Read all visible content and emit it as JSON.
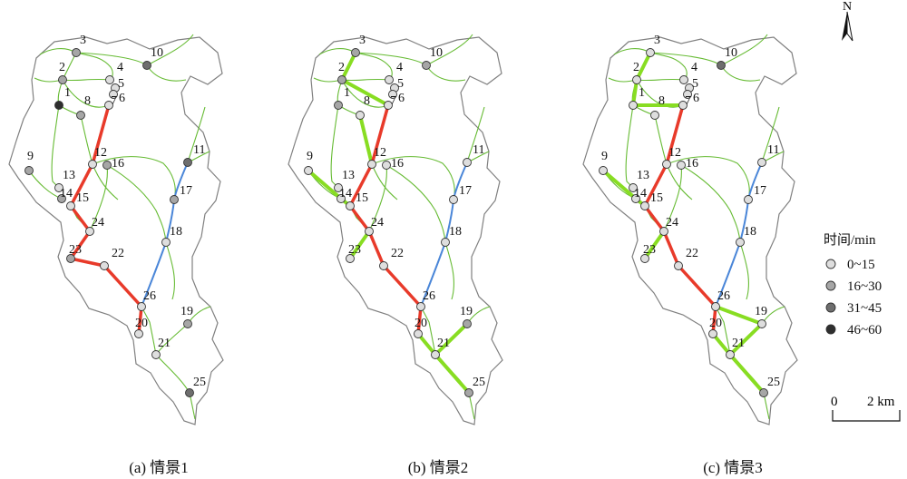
{
  "panels": [
    {
      "caption": "(a) 情景1",
      "levels": {
        "1": 3,
        "2": 1,
        "3": 1,
        "4": 0,
        "5": 0,
        "6": 0,
        "7": 0,
        "8": 1,
        "9": 1,
        "10": 2,
        "11": 2,
        "12": 0,
        "13": 0,
        "14": 1,
        "15": 0,
        "16": 1,
        "17": 1,
        "18": 0,
        "19": 1,
        "20": 0,
        "21": 0,
        "22": 0,
        "23": 1,
        "24": 0,
        "25": 2,
        "26": 0
      },
      "red": [
        [
          7,
          12
        ],
        [
          12,
          15
        ],
        [
          15,
          24
        ],
        [
          24,
          23
        ],
        [
          23,
          22
        ],
        [
          22,
          26
        ],
        [
          26,
          20
        ]
      ],
      "green": []
    },
    {
      "caption": "(b) 情景2",
      "levels": {
        "1": 1,
        "2": 1,
        "3": 1,
        "4": 0,
        "5": 0,
        "6": 0,
        "7": 0,
        "8": 0,
        "9": 0,
        "10": 1,
        "11": 0,
        "12": 0,
        "13": 0,
        "14": 0,
        "15": 0,
        "16": 0,
        "17": 0,
        "18": 0,
        "19": 1,
        "20": 0,
        "21": 0,
        "22": 0,
        "23": 0,
        "24": 0,
        "25": 1,
        "26": 0
      },
      "red": [
        [
          7,
          12
        ],
        [
          12,
          15
        ],
        [
          15,
          24
        ],
        [
          24,
          22
        ],
        [
          22,
          26
        ],
        [
          26,
          20
        ]
      ],
      "green": [
        [
          3,
          2
        ],
        [
          2,
          7
        ],
        [
          8,
          12
        ],
        [
          9,
          14
        ],
        [
          14,
          15
        ],
        [
          24,
          23
        ],
        [
          20,
          21
        ],
        [
          21,
          19
        ],
        [
          21,
          25
        ]
      ]
    },
    {
      "caption": "(c) 情景3",
      "levels": {
        "1": 0,
        "2": 0,
        "3": 0,
        "4": 0,
        "5": 0,
        "6": 0,
        "7": 0,
        "8": 0,
        "9": 0,
        "10": 2,
        "11": 0,
        "12": 0,
        "13": 0,
        "14": 0,
        "15": 0,
        "16": 0,
        "17": 0,
        "18": 0,
        "19": 0,
        "20": 0,
        "21": 0,
        "22": 0,
        "23": 0,
        "24": 0,
        "25": 1,
        "26": 0
      },
      "red": [
        [
          7,
          12
        ],
        [
          12,
          15
        ],
        [
          15,
          24
        ],
        [
          24,
          22
        ],
        [
          22,
          26
        ],
        [
          26,
          20
        ]
      ],
      "green": [
        [
          3,
          2
        ],
        [
          2,
          1
        ],
        [
          1,
          7
        ],
        [
          9,
          14
        ],
        [
          14,
          15
        ],
        [
          24,
          23
        ],
        [
          26,
          19
        ],
        [
          19,
          21
        ],
        [
          20,
          21
        ],
        [
          21,
          25
        ]
      ]
    }
  ],
  "legend": {
    "title": "时间/min",
    "items": [
      {
        "label": "0~15",
        "color": "#dedede"
      },
      {
        "label": "16~30",
        "color": "#a6a6a6"
      },
      {
        "label": "31~45",
        "color": "#6e6e6e"
      },
      {
        "label": "46~60",
        "color": "#2e2e2e"
      }
    ]
  },
  "scale": {
    "zero": "0",
    "dist": "2 km"
  },
  "north_label": "N",
  "colors": {
    "boundary": "#808080",
    "network": "#66bb33",
    "red": "#e83a2a",
    "green": "#88dd22",
    "blue": "#4a86d8"
  }
}
